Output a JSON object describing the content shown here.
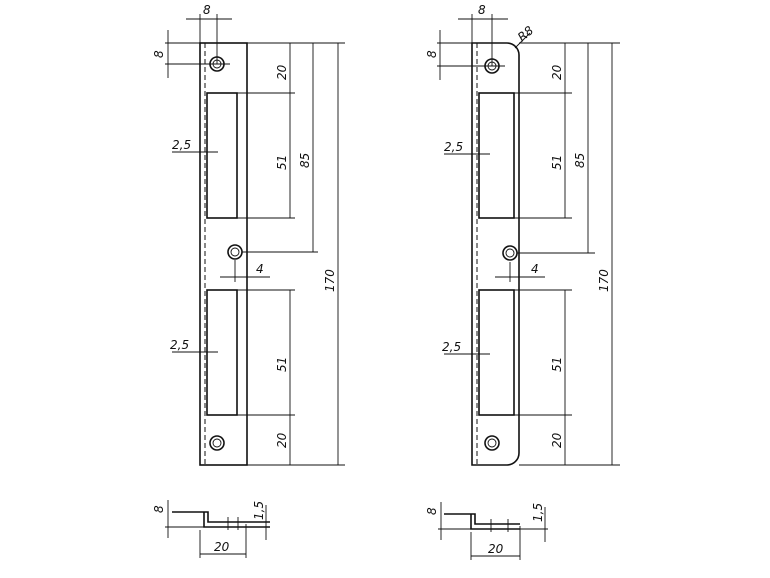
{
  "drawing": {
    "left_plate": {
      "labels": {
        "top_width": "8",
        "hole_offset": "8",
        "top_gap": "20",
        "window_upper": "51",
        "center_hole": "85",
        "total_length": "170",
        "margin_upper": "2,5",
        "margin_lower": "2,5",
        "hole_inset": "4",
        "window_lower": "51",
        "bottom_gap": "20"
      },
      "profile": {
        "height": "8",
        "thickness": "1,5",
        "width": "20"
      }
    },
    "right_plate": {
      "labels": {
        "top_width": "8",
        "radius": "R8",
        "hole_offset": "8",
        "top_gap": "20",
        "window_upper": "51",
        "center_hole": "85",
        "total_length": "170",
        "margin_upper": "2,5",
        "margin_lower": "2,5",
        "hole_inset": "4",
        "window_lower": "51",
        "bottom_gap": "20"
      },
      "profile": {
        "height": "8",
        "thickness": "1,5",
        "width": "20"
      }
    }
  }
}
